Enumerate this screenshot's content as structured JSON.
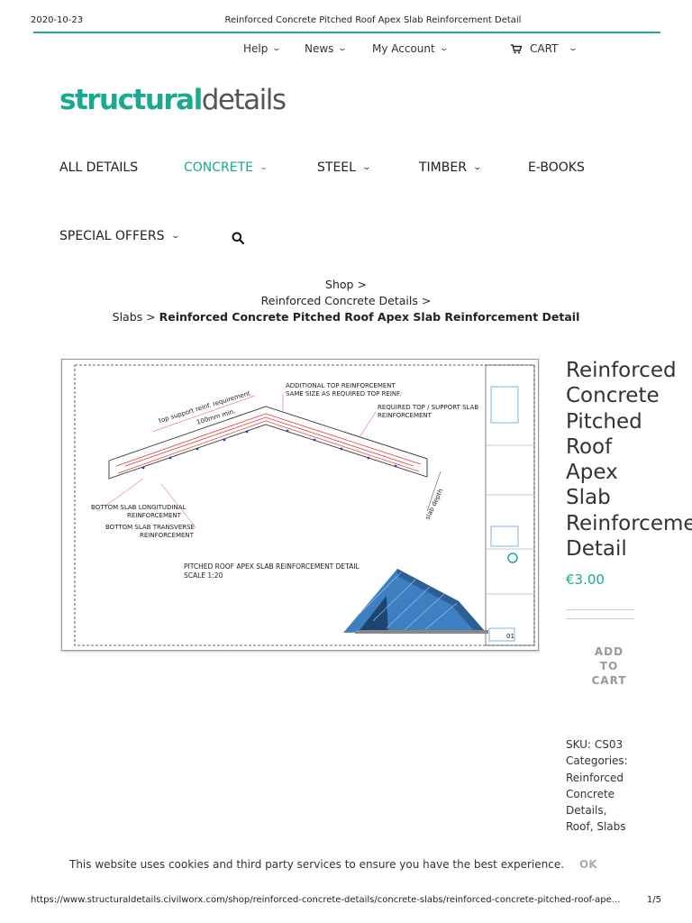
{
  "print_header": {
    "date": "2020-10-23",
    "title": "Reinforced Concrete Pitched Roof Apex Slab Reinforcement Detail"
  },
  "top_nav": {
    "help": "Help",
    "news": "News",
    "my_account": "My Account",
    "cart": "CART"
  },
  "logo": {
    "bold": "structural",
    "light": "details"
  },
  "main_nav": {
    "all_details": "ALL DETAILS",
    "concrete": "CONCRETE",
    "steel": "STEEL",
    "timber": "TIMBER",
    "ebooks": "E-BOOKS",
    "special_offers": "SPECIAL OFFERS"
  },
  "breadcrumb": {
    "shop": "Shop",
    "sep": ">",
    "rc_details": "Reinforced Concrete Details",
    "slabs": "Slabs",
    "current": "Reinforced Concrete Pitched Roof Apex Slab Reinforcement Detail"
  },
  "drawing": {
    "labels": {
      "additional_top_1": "ADDITIONAL TOP REINFORCEMENT",
      "additional_top_2": "SAME SIZE AS REQUIRED TOP REINF.",
      "required_top_1": "REQUIRED TOP / SUPPORT SLAB",
      "required_top_2": "REINFORCEMENT",
      "top_support": "top support reinf. requirement",
      "min_100": "100mm min.",
      "bottom_long_1": "BOTTOM SLAB LONGITUDINAL",
      "bottom_long_2": "REINFORCEMENT",
      "bottom_trans_1": "BOTTOM SLAB TRANSVERSE",
      "bottom_trans_2": "REINFORCEMENT",
      "slab_depth": "slab depth",
      "caption_1": "PITCHED ROOF APEX SLAB REINFORCEMENT DETAIL",
      "caption_2": "SCALE 1:20",
      "sheet_no": "01"
    }
  },
  "product": {
    "title_lines": [
      "Reinforced",
      "Concrete",
      "Pitched",
      "Roof",
      "Apex",
      "Slab",
      "Reinforcement",
      "Detail"
    ],
    "price": "€3.00",
    "add_to_cart_lines": [
      "ADD",
      "TO",
      "CART"
    ],
    "sku_label": "SKU:",
    "sku": "CS03",
    "categories_label": "Categories:",
    "categories_lines": [
      "Reinforced",
      "Concrete",
      "Details,",
      "Roof,"
    ],
    "category_slabs": "Slabs"
  },
  "cookie": {
    "text": "This website uses cookies and third party services to ensure you have the best experience.",
    "ok": "OK"
  },
  "print_footer": {
    "url": "https://www.structuraldetails.civilworx.com/shop/reinforced-concrete-details/concrete-slabs/reinforced-concrete-pitched-roof-ape...",
    "page": "1/5"
  },
  "colors": {
    "brand": "#1aa991",
    "roof_blue": "#3d7fc1"
  },
  "icons": [
    "chevron-down-icon",
    "cart-icon",
    "search-icon"
  ]
}
